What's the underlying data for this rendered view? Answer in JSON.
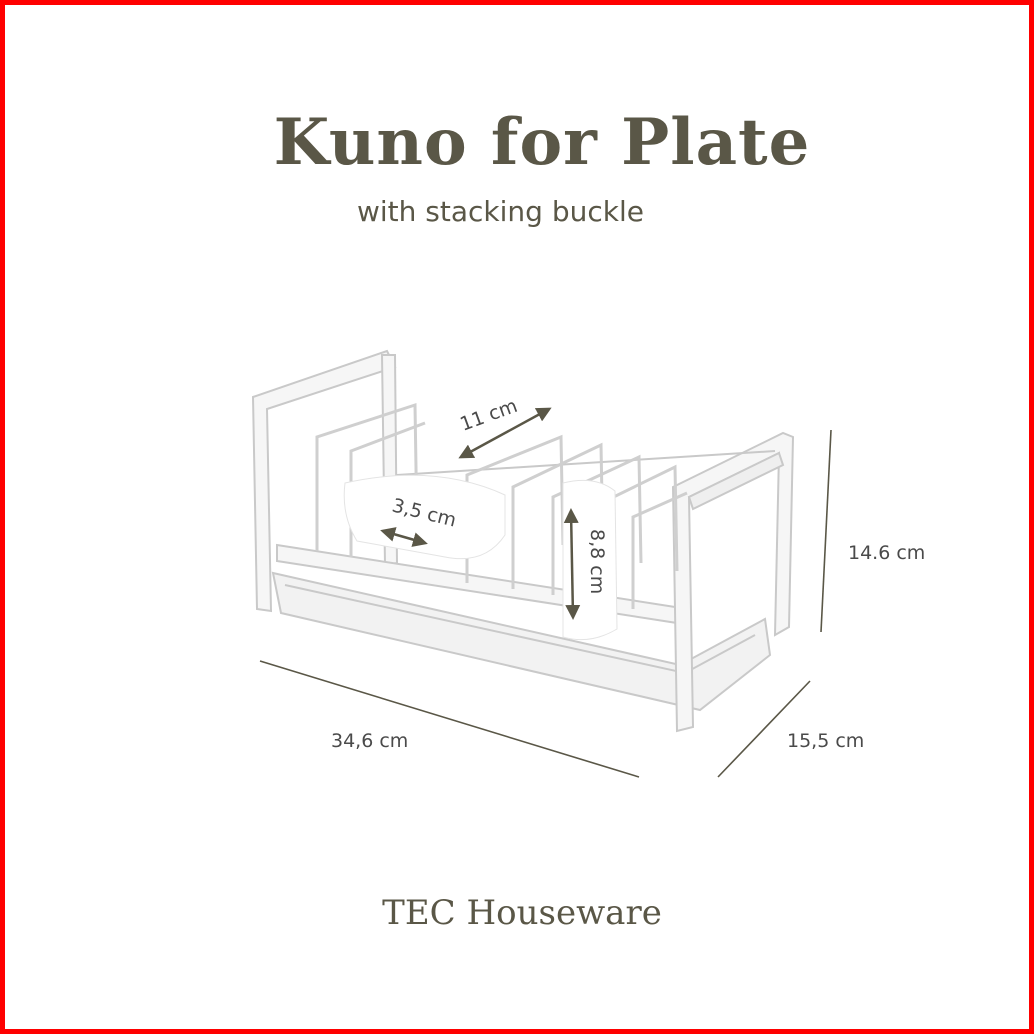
{
  "title": "Kuno for Plate",
  "subtitle": "with stacking buckle",
  "brand": "TEC Houseware",
  "dimensions": {
    "width": "34,6 cm",
    "depth": "15,5 cm",
    "height": "14.6 cm",
    "plate_gap": "11 cm",
    "slot_width": "3,5 cm",
    "slot_height": "8,8 cm"
  },
  "colors": {
    "frame_border": "#ff0000",
    "text": "#5a5747",
    "dimension_line": "#5a5747",
    "rack": "#f4f4f4"
  }
}
